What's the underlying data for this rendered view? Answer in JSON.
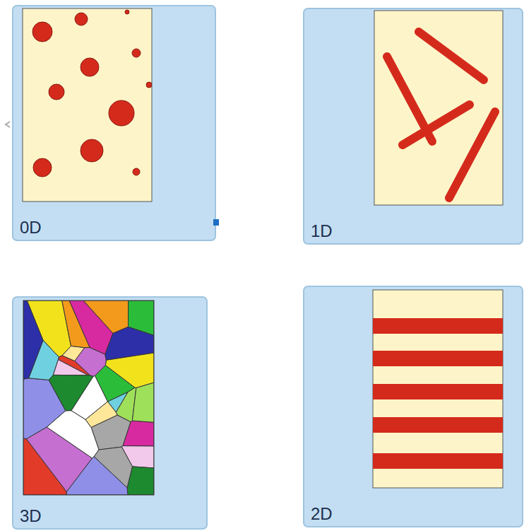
{
  "diagram": {
    "nodes": [
      {
        "text": [
          "0D"
        ]
      },
      {
        "text": [
          "1D"
        ]
      },
      {
        "text": [
          "3D"
        ]
      },
      {
        "text": [
          "2D"
        ]
      }
    ]
  }
}
